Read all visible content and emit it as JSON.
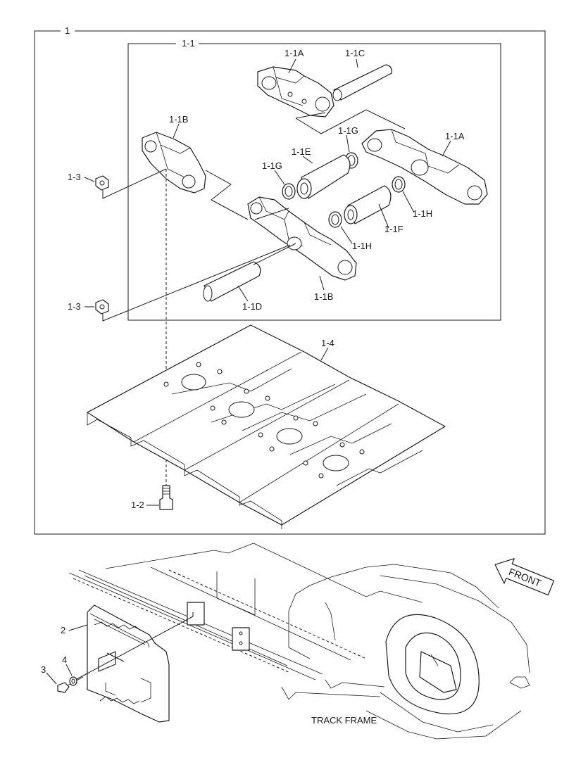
{
  "assembly": {
    "label": "1",
    "subassembly_label": "1-1"
  },
  "callouts": {
    "link_a_top": "1-1A",
    "pin_top": "1-1C",
    "link_b_left": "1-1B",
    "seal_g_upper": "1-1G",
    "link_a_right": "1-1A",
    "bushing_e": "1-1E",
    "seal_g_lower": "1-1G",
    "nut_upper": "1-3",
    "seal_h_right": "1-1H",
    "bushing_f": "1-1F",
    "seal_h_lower": "1-1H",
    "nut_lower": "1-3",
    "pin_d": "1-1D",
    "link_b_lower": "1-1B",
    "shoe_plate": "1-4",
    "shoe_bolt": "1-2",
    "guard": "2",
    "bolt": "3",
    "washer": "4"
  },
  "front_arrow": {
    "label": "FRONT"
  },
  "track_frame": {
    "label": "TRACK FRAME"
  }
}
